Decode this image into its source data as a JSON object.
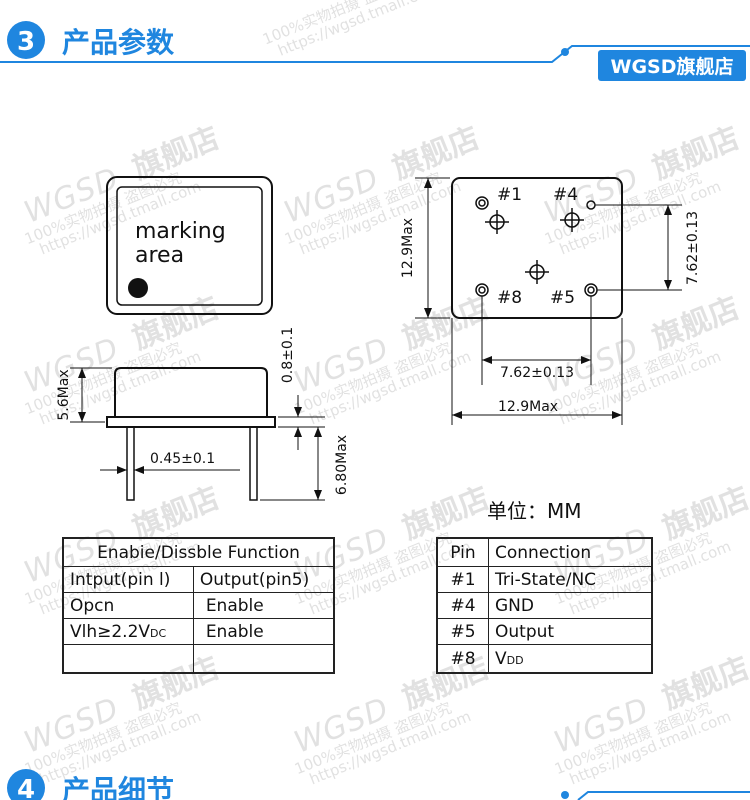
{
  "section3": {
    "number": "3",
    "title": "产品参数",
    "badge": "WGSD旗舰店"
  },
  "section4": {
    "number": "4",
    "title": "产品细节"
  },
  "watermark": {
    "brand": "WGSD",
    "shop": "旗舰店",
    "note": "100%实物拍摄 盗图必究",
    "url": "https://wgsd.tmall.com"
  },
  "top_view": {
    "marking_line1": "marking",
    "marking_line2": "area"
  },
  "side_view": {
    "height": "5.6Max",
    "plate": "0.8±0.1",
    "pin_width": "0.45±0.1",
    "pin_length": "6.80Max"
  },
  "bottom_view": {
    "pin1": "#1",
    "pin4": "#4",
    "pin8": "#8",
    "pin5": "#5",
    "height": "12.9Max",
    "pin_vspacing": "7.62±0.13",
    "pin_hspacing": "7.62±0.13",
    "width": "12.9Max"
  },
  "unit": "单位：MM",
  "enable_table": {
    "title": "Enabie/Dissble Function",
    "headers": [
      "Intput(pin l)",
      "Output(pin5)"
    ],
    "rows": [
      [
        "Opcn",
        "Enable"
      ],
      [
        "Vlh≥2.2V",
        "Enable"
      ],
      [
        "",
        ""
      ]
    ],
    "vdc_sub": "DC"
  },
  "pin_table": {
    "headers": [
      "Pin",
      "Connection"
    ],
    "rows": [
      [
        "#1",
        "Tri-State/NC"
      ],
      [
        "#4",
        "GND"
      ],
      [
        "#5",
        "Output"
      ],
      [
        "#8",
        "V"
      ]
    ],
    "vdd_sub": "DD"
  },
  "colors": {
    "accent": "#1f86df"
  }
}
